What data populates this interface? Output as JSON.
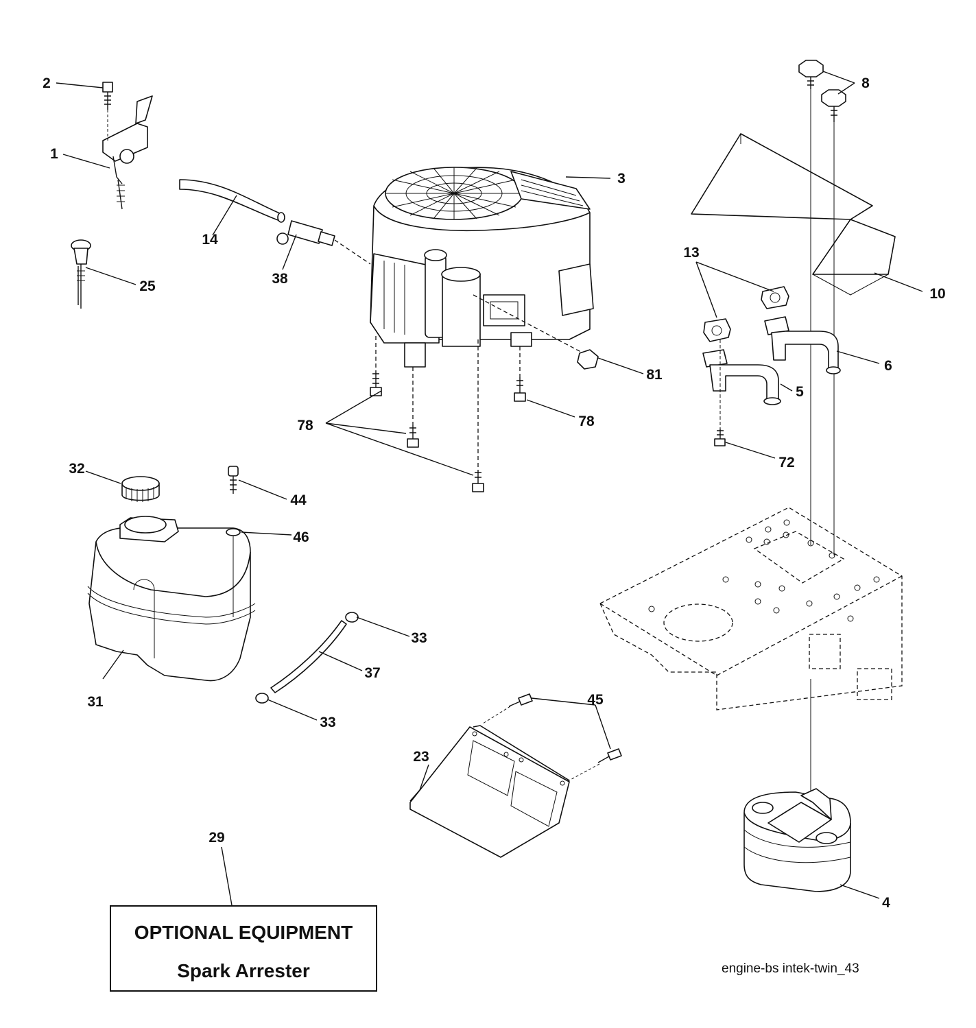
{
  "diagram": {
    "callouts": [
      "1",
      "2",
      "3",
      "4",
      "5",
      "6",
      "8",
      "10",
      "13",
      "14",
      "23",
      "25",
      "29",
      "31",
      "32",
      "33",
      "33",
      "37",
      "38",
      "44",
      "45",
      "46",
      "72",
      "78",
      "78",
      "81"
    ]
  },
  "optional_box": {
    "line1": "OPTIONAL EQUIPMENT",
    "line2": "Spark Arrester"
  },
  "reference_code": "engine-bs intek-twin_43"
}
